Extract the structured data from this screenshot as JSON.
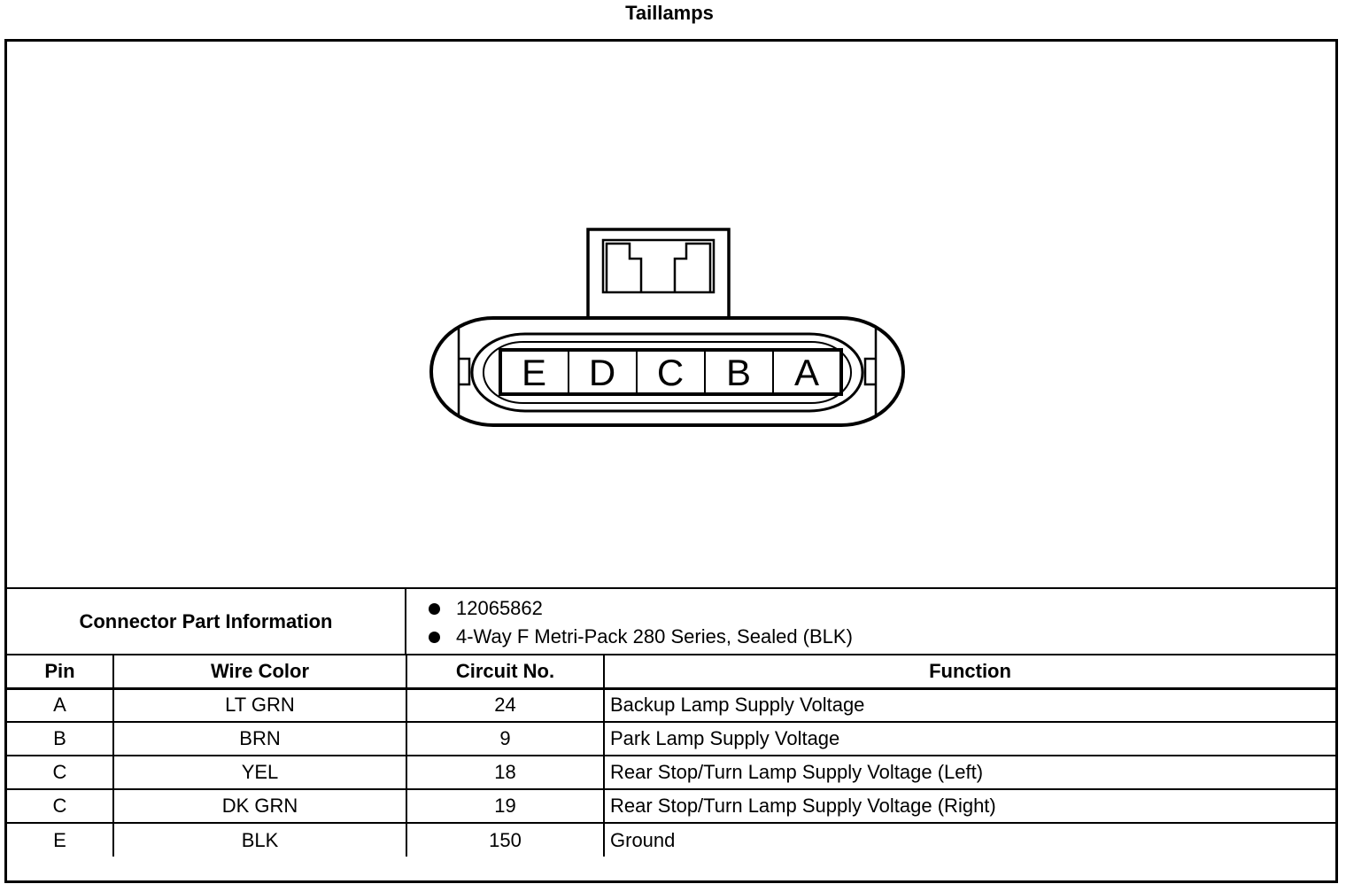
{
  "title": "Taillamps",
  "connector": {
    "cavities": [
      "E",
      "D",
      "C",
      "B",
      "A"
    ]
  },
  "connector_info": {
    "label": "Connector Part Information",
    "items": [
      "12065862",
      "4-Way F Metri-Pack 280 Series, Sealed (BLK)"
    ]
  },
  "table": {
    "headers": {
      "pin": "Pin",
      "wire_color": "Wire Color",
      "circuit": "Circuit No.",
      "function": "Function"
    },
    "rows": [
      {
        "pin": "A",
        "wire_color": "LT GRN",
        "circuit": "24",
        "function": "Backup Lamp Supply Voltage"
      },
      {
        "pin": "B",
        "wire_color": "BRN",
        "circuit": "9",
        "function": "Park Lamp Supply Voltage"
      },
      {
        "pin": "C",
        "wire_color": "YEL",
        "circuit": "18",
        "function": "Rear Stop/Turn Lamp Supply Voltage (Left)"
      },
      {
        "pin": "C",
        "wire_color": "DK GRN",
        "circuit": "19",
        "function": "Rear Stop/Turn Lamp Supply Voltage (Right)"
      },
      {
        "pin": "E",
        "wire_color": "BLK",
        "circuit": "150",
        "function": "Ground"
      }
    ]
  }
}
